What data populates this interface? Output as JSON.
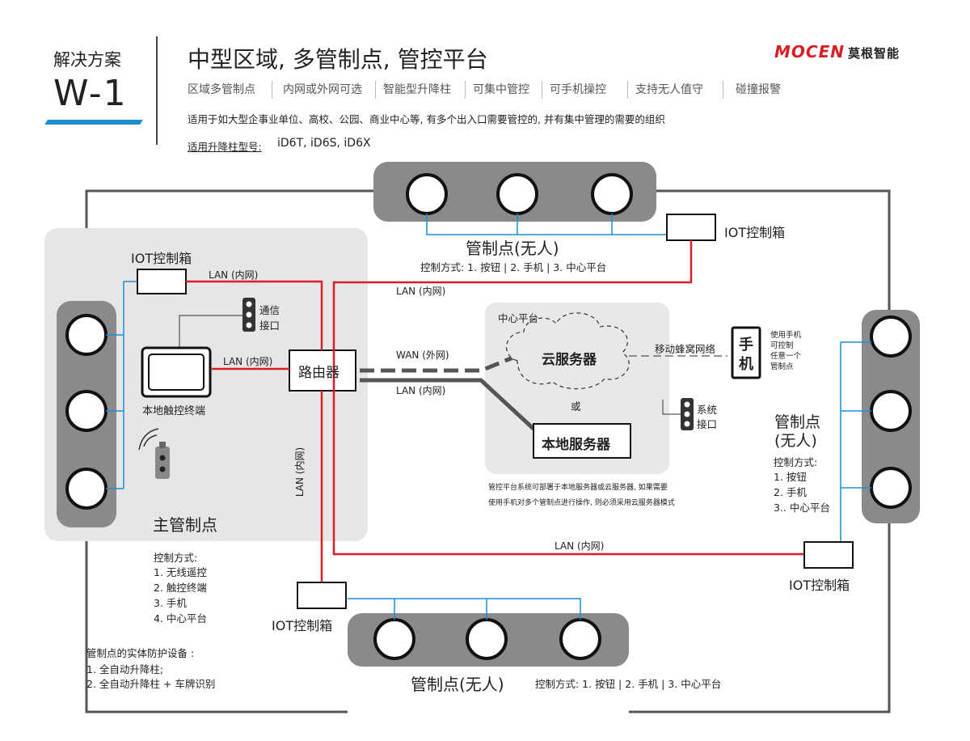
{
  "header": {
    "section_label": "解决方案",
    "code": "W-1",
    "title": "中型区域, 多管制点, 管控平台",
    "features": [
      "区域多管制点",
      "内网或外网可选",
      "智能型升降柱",
      "可集中管控",
      "可手机操控",
      "支持无人值守",
      "碰撞报警"
    ],
    "description": "适用于如大型企事业单位、高校、公园、商业中心等, 有多个出入口需要管控的, 并有集中管理的需要的组织",
    "models_label": "适用升降柱型号:",
    "models": "iD6T, iD6S, iD6X"
  },
  "brand": {
    "logo_text": "MOCEN",
    "cn_name": "莫根智能"
  },
  "colors": {
    "accent_blue": "#1f8ed1",
    "lan_red": "#d81f26",
    "bollard_gray": "#8a8a8a",
    "zone_gray": "#e6e6e6"
  },
  "diagram": {
    "top_point": {
      "title": "管制点(无人)",
      "control": "控制方式: 1. 按钮 | 2. 手机 | 3. 中心平台"
    },
    "top_iot": "IOT控制箱",
    "main_zone": {
      "iot": "IOT控制箱",
      "lan1": "LAN (内网)",
      "comm_line1": "通信",
      "comm_line2": "接口",
      "terminal": "本地触控终端",
      "lan2": "LAN (内网)",
      "router": "路由器",
      "title": "主管制点",
      "control_title": "控制方式:",
      "control_items": [
        "1. 无线遥控",
        "2. 触控终端",
        "3. 手机",
        "4. 中心平台"
      ]
    },
    "lan_top": "LAN (内网)",
    "wan": "WAN (外网)",
    "lan_local": "LAN (内网)",
    "lan_vertical": "LAN (内网)",
    "lan_bottom": "LAN (内网)",
    "central": {
      "title": "中心平台",
      "cloud": "云服务器",
      "or": "或",
      "local_server": "本地服务器",
      "sys_line1": "系统",
      "sys_line2": "接口",
      "note1": "管控平台系统可部署于本地服务器或云服务器, 如果需要",
      "note2": "使用手机对多个管制点进行操作, 则必须采用云服务器模式"
    },
    "mobile_network": "移动蜂窝网络",
    "phone_line1": "手",
    "phone_line2": "机",
    "phone_notes": [
      "使用手机",
      "可控制",
      "任意一个",
      "管制点"
    ],
    "right_point": {
      "title_line1": "管制点",
      "title_line2": "(无人)",
      "control_title": "控制方式:",
      "control_items": [
        "1. 按钮",
        "2. 手机",
        "3.. 中心平台"
      ]
    },
    "right_iot": "IOT控制箱",
    "bottom_iot": "IOT控制箱",
    "bottom_point": {
      "title": "管制点(无人)",
      "control": "控制方式: 1. 按钮 | 2. 手机 | 3. 中心平台"
    },
    "protection": {
      "title": "管制点的实体防护设备 :",
      "items": [
        "1. 全自动升降柱;",
        "2. 全自动升降柱 + 车牌识别"
      ]
    }
  }
}
